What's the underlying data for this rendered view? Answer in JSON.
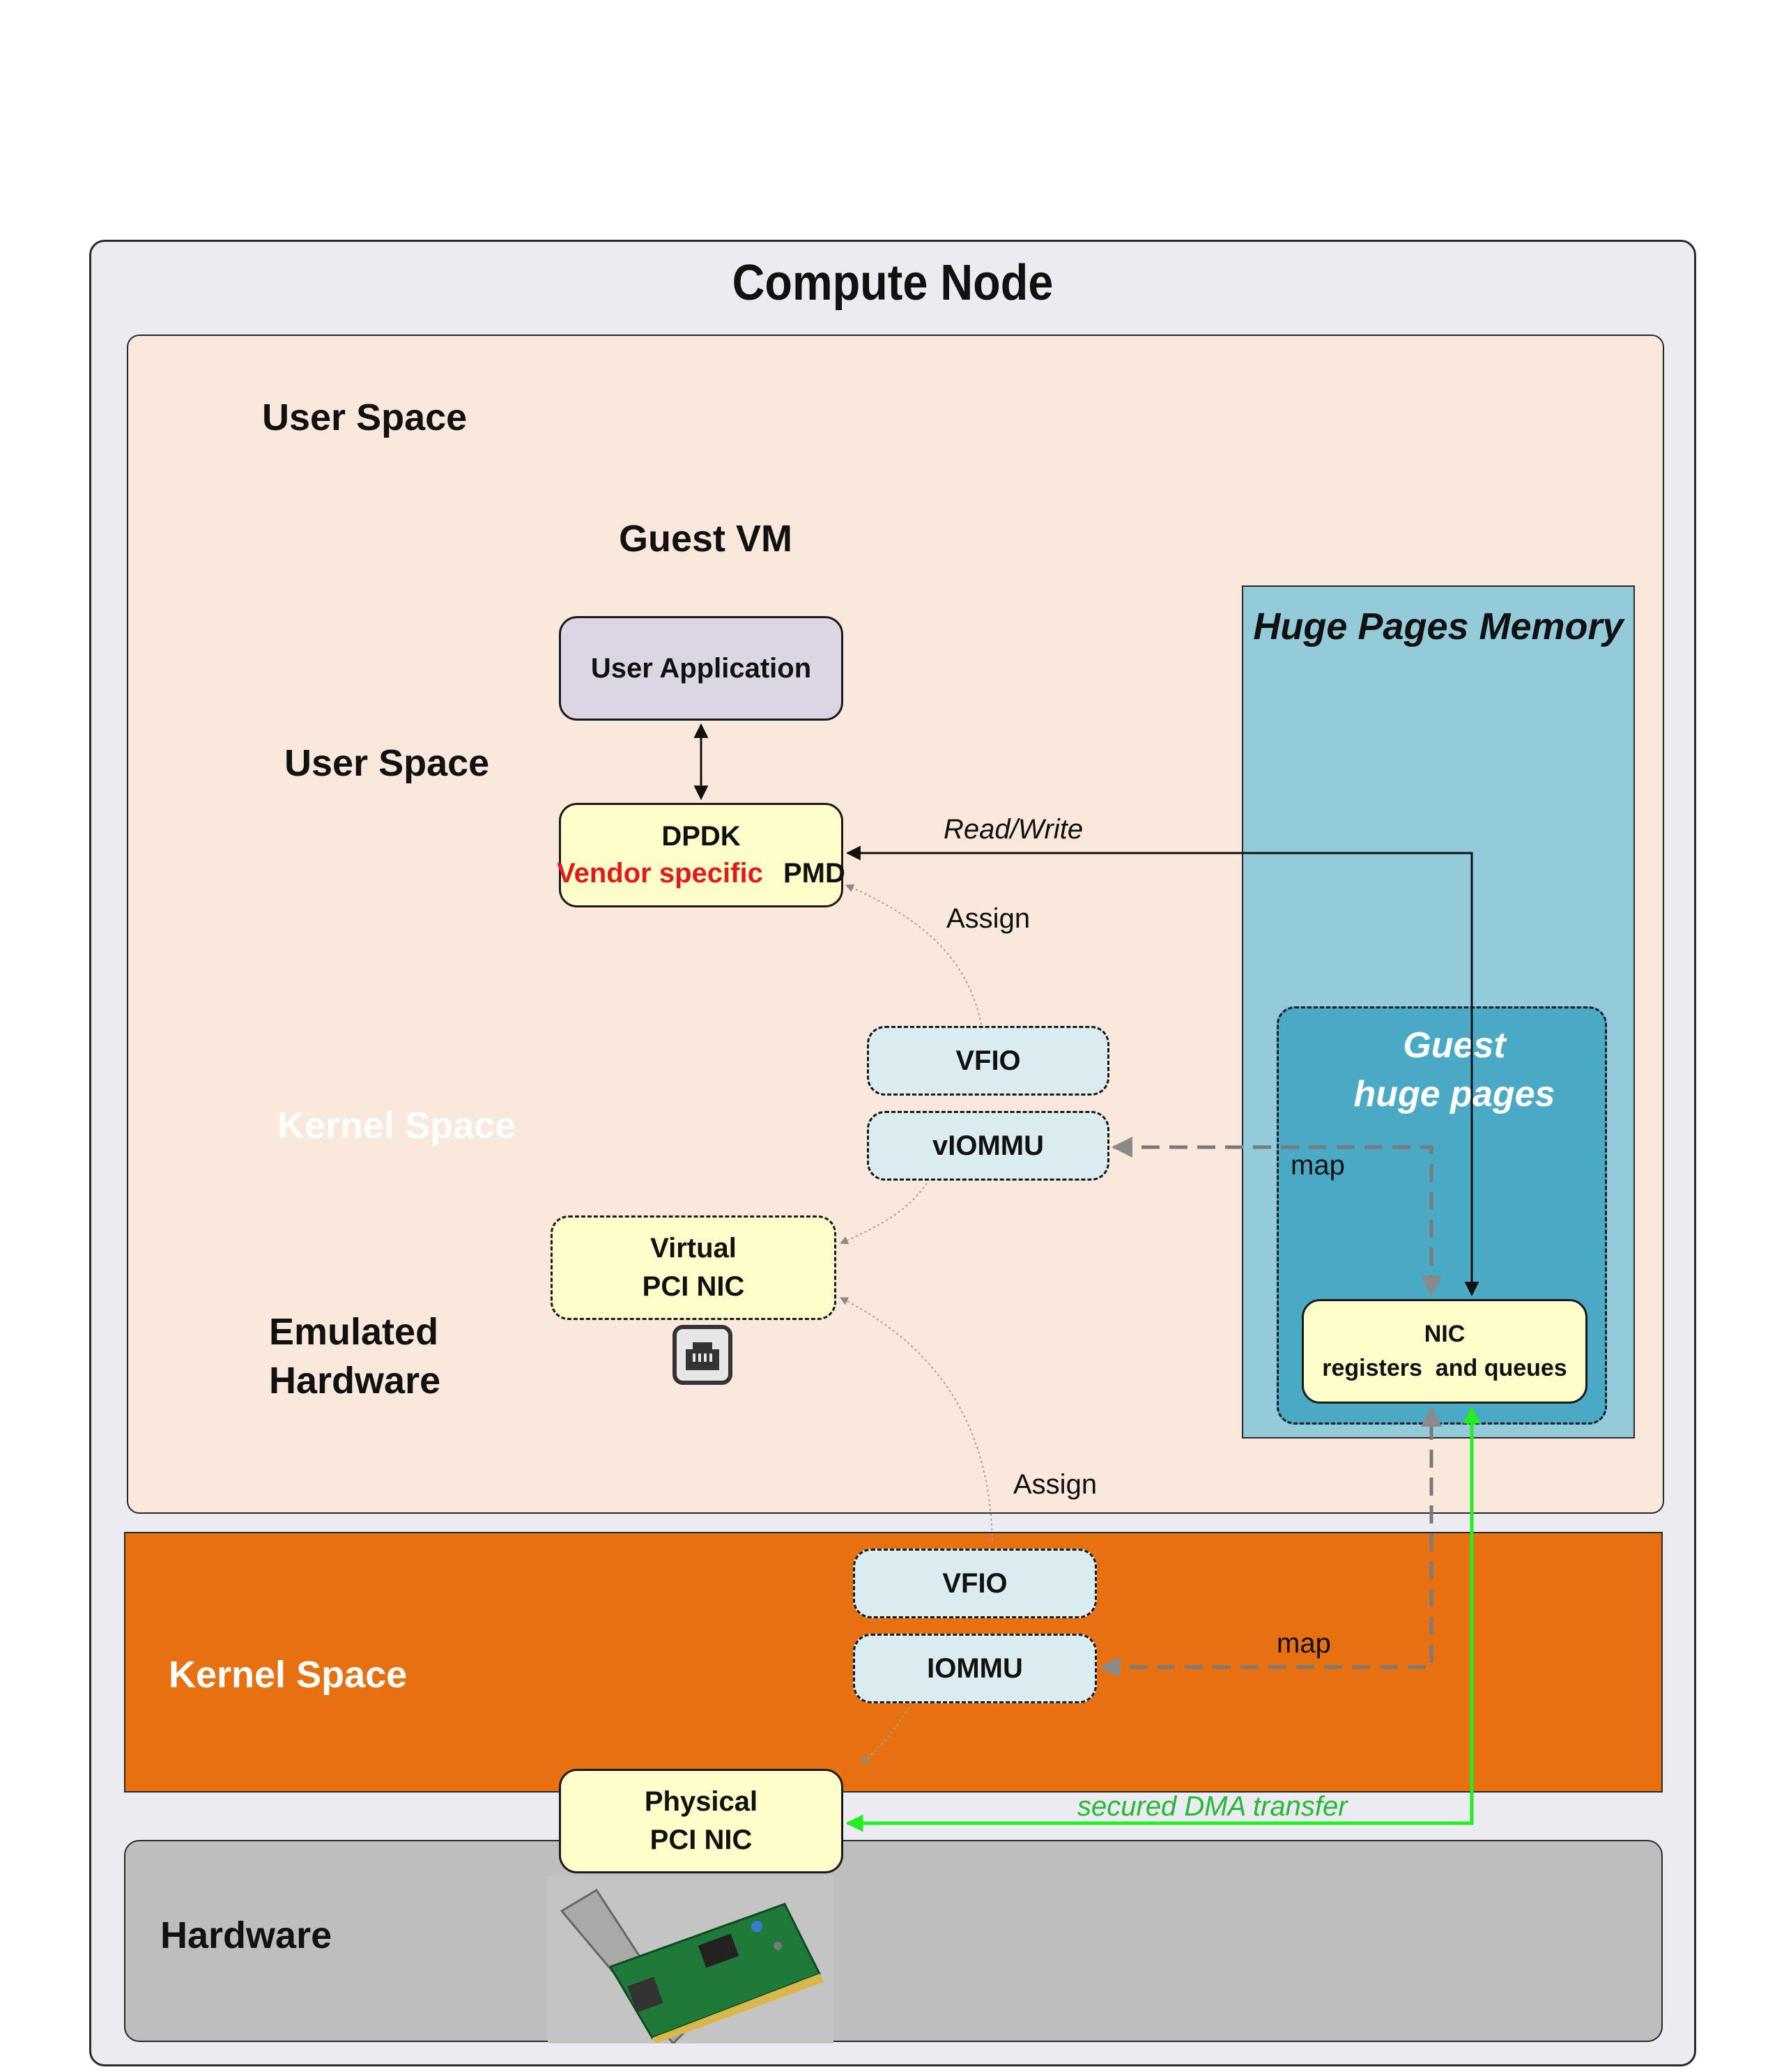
{
  "title": "Compute Node",
  "labels": {
    "user_space_top": "User Space",
    "guest_vm": "Guest VM",
    "user_space_guest": "User Space",
    "kernel_space_guest": "Kernel Space",
    "emulated_line1": "Emulated",
    "emulated_line2": "Hardware",
    "kernel_space_host": "Kernel Space",
    "hardware": "Hardware",
    "huge_pages_memory": "Huge Pages Memory",
    "guest_huge_pages_line1": "Guest",
    "guest_huge_pages_line2": "huge pages"
  },
  "boxes": {
    "user_application": "User Application",
    "dpdk_line1": "DPDK",
    "dpdk_vendor": "Vendor specific",
    "dpdk_pmd": "PMD",
    "vfio_guest": "VFIO",
    "viommu": "vIOMMU",
    "virtual_nic_line1": "Virtual",
    "virtual_nic_line2": "PCI NIC",
    "nic_regs_line1": "NIC",
    "nic_regs_line2": "registers  and queues",
    "vfio_host": "VFIO",
    "iommu": "IOMMU",
    "physical_nic_line1": "Physical",
    "physical_nic_line2": "PCI NIC"
  },
  "edges": {
    "read_write": "Read/Write",
    "assign_guest": "Assign",
    "assign_host": "Assign",
    "map_guest": "map",
    "map_host": "map",
    "secured_dma": "secured DMA transfer"
  },
  "colors": {
    "outer_bg": "#ecebf2",
    "user_space_bg": "#fae8dc",
    "kernel_space_bg": "#e77011",
    "hardware_bg": "#bebebe",
    "huge_pages_bg": "#93cbda",
    "guest_huge_pages_bg": "#4aaac6",
    "yellow_box": "#fefecb",
    "vendor_red": "#e31a1a",
    "dma_green": "#22ee22"
  },
  "icons": [
    "ethernet-port-icon",
    "pci-nic-card-image"
  ]
}
